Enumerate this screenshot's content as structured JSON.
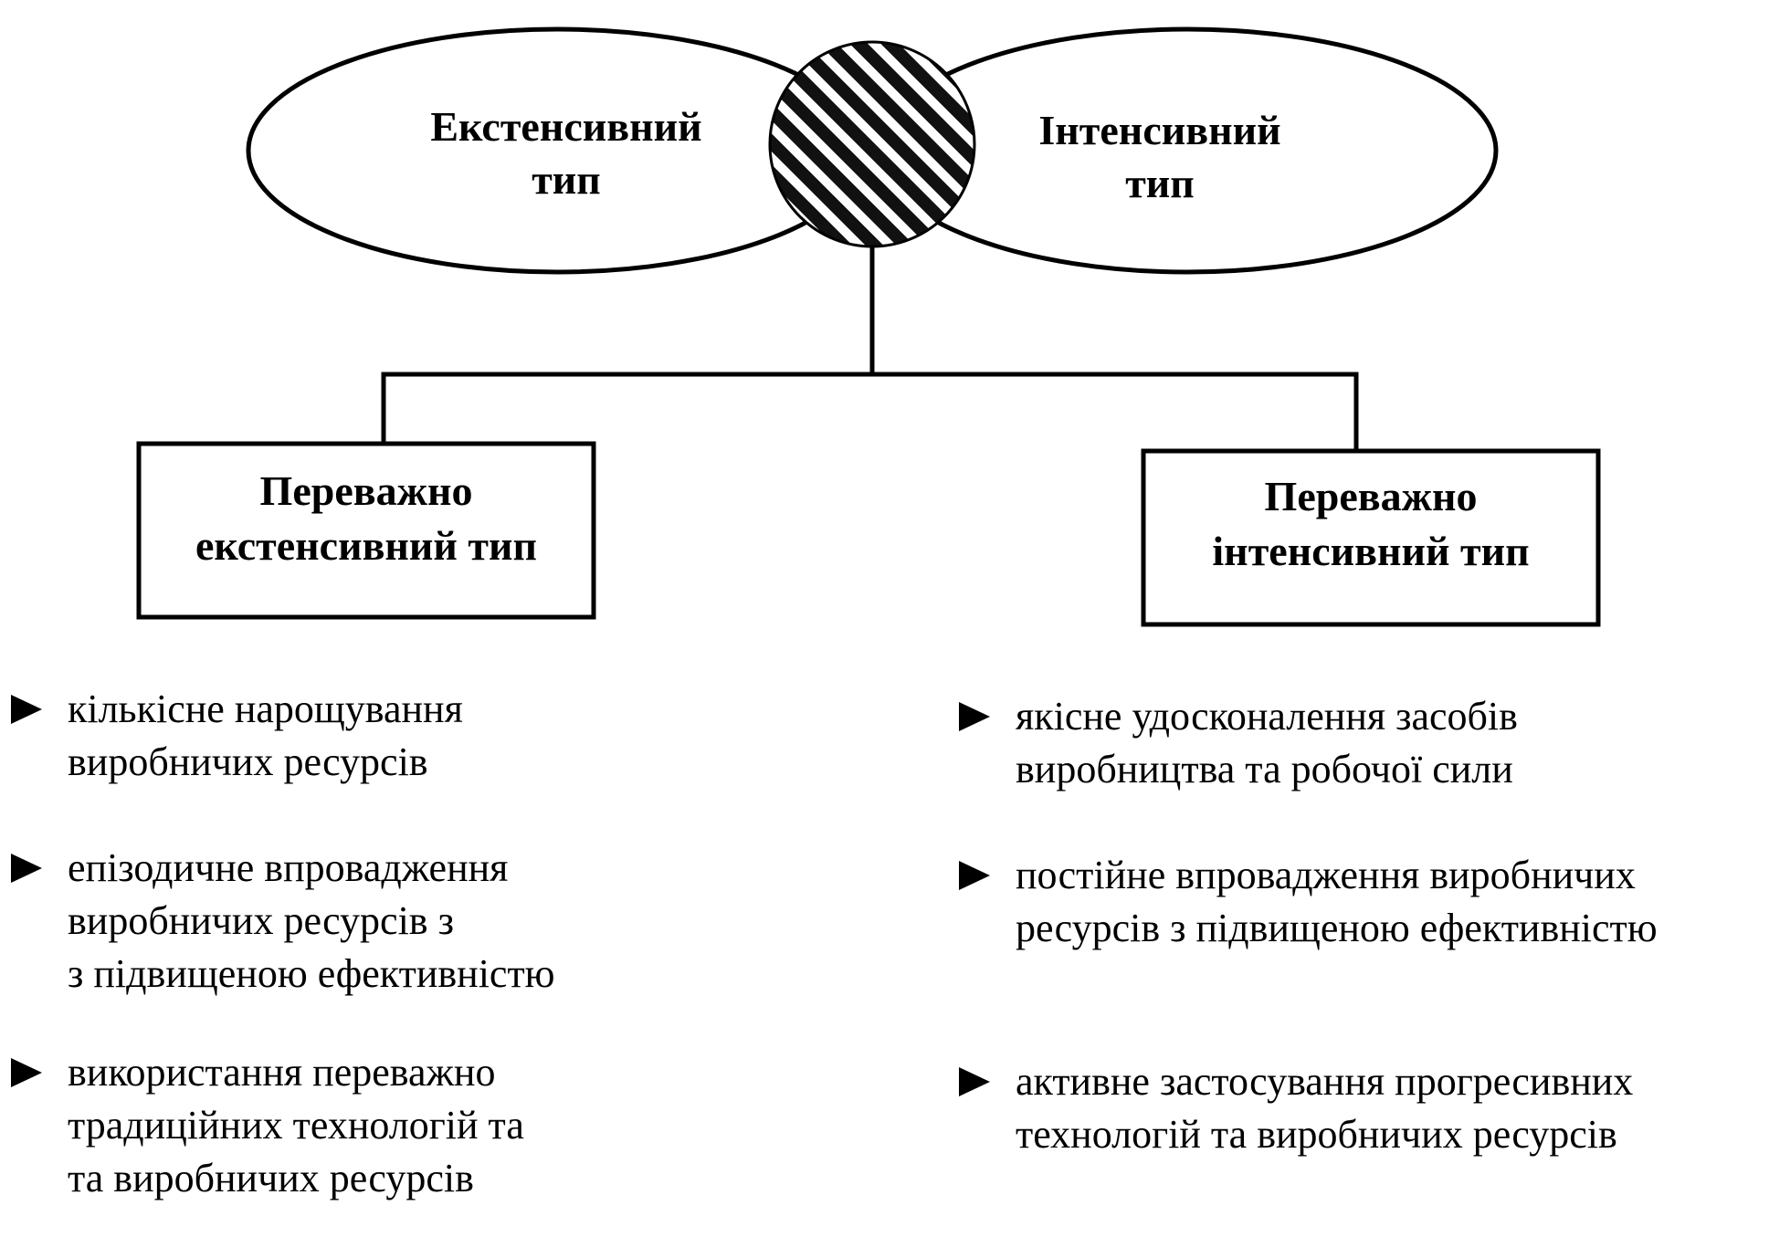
{
  "ellipses": {
    "left": {
      "line1": "Екстенсивний",
      "line2": "тип"
    },
    "right": {
      "line1": "Інтенсивний",
      "line2": "тип"
    }
  },
  "boxes": {
    "left": {
      "line1": "Переважно",
      "line2": "екстенсивний тип"
    },
    "right": {
      "line1": "Переважно",
      "line2": "інтенсивний тип"
    }
  },
  "left_items": [
    {
      "line1": "кількісне нарощування",
      "line2": "виробничих ресурсів",
      "line3": ""
    },
    {
      "line1": "епізодичне впровадження",
      "line2": "виробничих ресурсів з",
      "line3": "з підвищеною ефективністю"
    },
    {
      "line1": "використання переважно",
      "line2": "традиційних технологій та",
      "line3": "та виробничих ресурсів"
    }
  ],
  "right_items": [
    {
      "line1": "якісне удосконалення засобів",
      "line2": "виробництва та робочої сили",
      "line3": ""
    },
    {
      "line1": "постійне впровадження виробничих",
      "line2": "ресурсів з підвищеною ефективністю",
      "line3": ""
    },
    {
      "line1": "активне застосування прогресивних",
      "line2": "технологій та виробничих ресурсів",
      "line3": ""
    }
  ]
}
